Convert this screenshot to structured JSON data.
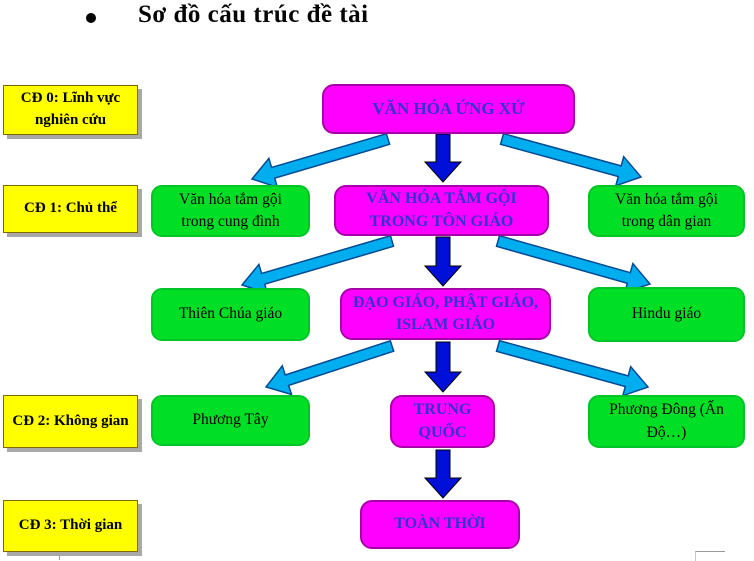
{
  "title": {
    "bullet": "•",
    "text": "Sơ đồ cấu trúc đề tài"
  },
  "colors": {
    "yellow": "#FFFF00",
    "magenta": "#FF00FF",
    "green": "#00DF25",
    "center_text": "#3333CC",
    "center_arrow": "#0010D8",
    "side_arrow": "#00AEEF",
    "side_arrow_outline": "#004A94",
    "center_arrow_outline": "#000000"
  },
  "row_labels": [
    {
      "id": "cd0",
      "text": "CĐ 0: Lĩnh vực nghiên cứu"
    },
    {
      "id": "cd1",
      "text": "CĐ 1: Chủ thể"
    },
    {
      "id": "cd2",
      "text": "CĐ 2: Không gian"
    },
    {
      "id": "cd3",
      "text": "CĐ 3: Thời gian"
    }
  ],
  "center_nodes": [
    {
      "id": "level0",
      "text": "VĂN HÓA ỨNG XỬ"
    },
    {
      "id": "level1",
      "text": "VĂN HÓA TẮM GỘI TRONG TÔN GIÁO"
    },
    {
      "id": "level2",
      "text": "ĐẠO GIÁO, PHẬT GIÁO, ISLAM GIÁO"
    },
    {
      "id": "level3",
      "text": "TRUNG QUỐC"
    },
    {
      "id": "level4",
      "text": "TOÀN THỜI"
    }
  ],
  "side_nodes": {
    "left": [
      "Văn hóa tắm gội trong cung đình",
      "Thiên Chúa giáo",
      "Phương Tây"
    ],
    "right": [
      "Văn hóa tắm gội trong dân gian",
      "Hindu giáo",
      "Phương Đông (Ấn Độ…)"
    ]
  }
}
